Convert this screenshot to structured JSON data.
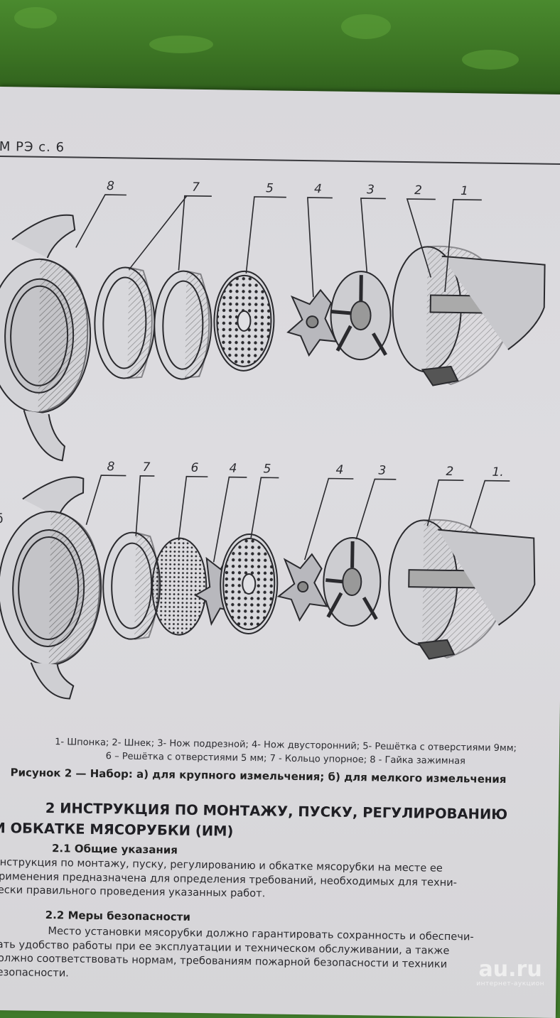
{
  "header": {
    "page_ref": "М РЭ с. 6"
  },
  "figure": {
    "set_a_side_label": "",
    "set_b_side_label": "б",
    "set_a_callouts": [
      "8",
      "7",
      "5",
      "4",
      "3",
      "2",
      "1"
    ],
    "set_b_callouts": [
      "8",
      "7",
      "6",
      "4",
      "5",
      "4",
      "3",
      "2",
      "1."
    ],
    "legend_line1": "1- Шпонка; 2- Шнек; 3- Нож подрезной; 4- Нож двусторонний; 5- Решётка с отверстиями 9мм;",
    "legend_line2": "6 – Решётка с отверстиями 5 мм; 7 - Кольцо упорное; 8 - Гайка зажимная",
    "caption": "Рисунок 2 — Набор: а) для крупного измельчения; б) для мелкого измельчения"
  },
  "section": {
    "title_line1": "2 ИНСТРУКЦИЯ ПО МОНТАЖУ, ПУСКУ, РЕГУЛИРОВАНИЮ",
    "title_line2": "И ОБКАТКЕ МЯСОРУБКИ (ИМ)",
    "sub1": "2.1 Общие указания",
    "para1": [
      "Инструкция по монтажу, пуску, регулированию и обкатке мясорубки на месте ее",
      "применения предназначена для определения требований, необходимых для техни-",
      "чески правильного проведения указанных работ."
    ],
    "sub2": "2.2 Меры безопасности",
    "para2": [
      "Место установки мясорубки должно гарантировать сохранность и обеспечи-",
      "вать удобство работы при ее эксплуатации и техническом обслуживании, а также",
      "должно соответствовать нормам, требованиям пожарной безопасности и техники",
      "безопасности."
    ]
  },
  "watermark": {
    "brand": "au.ru",
    "tagline": "интернет-аукцион"
  }
}
